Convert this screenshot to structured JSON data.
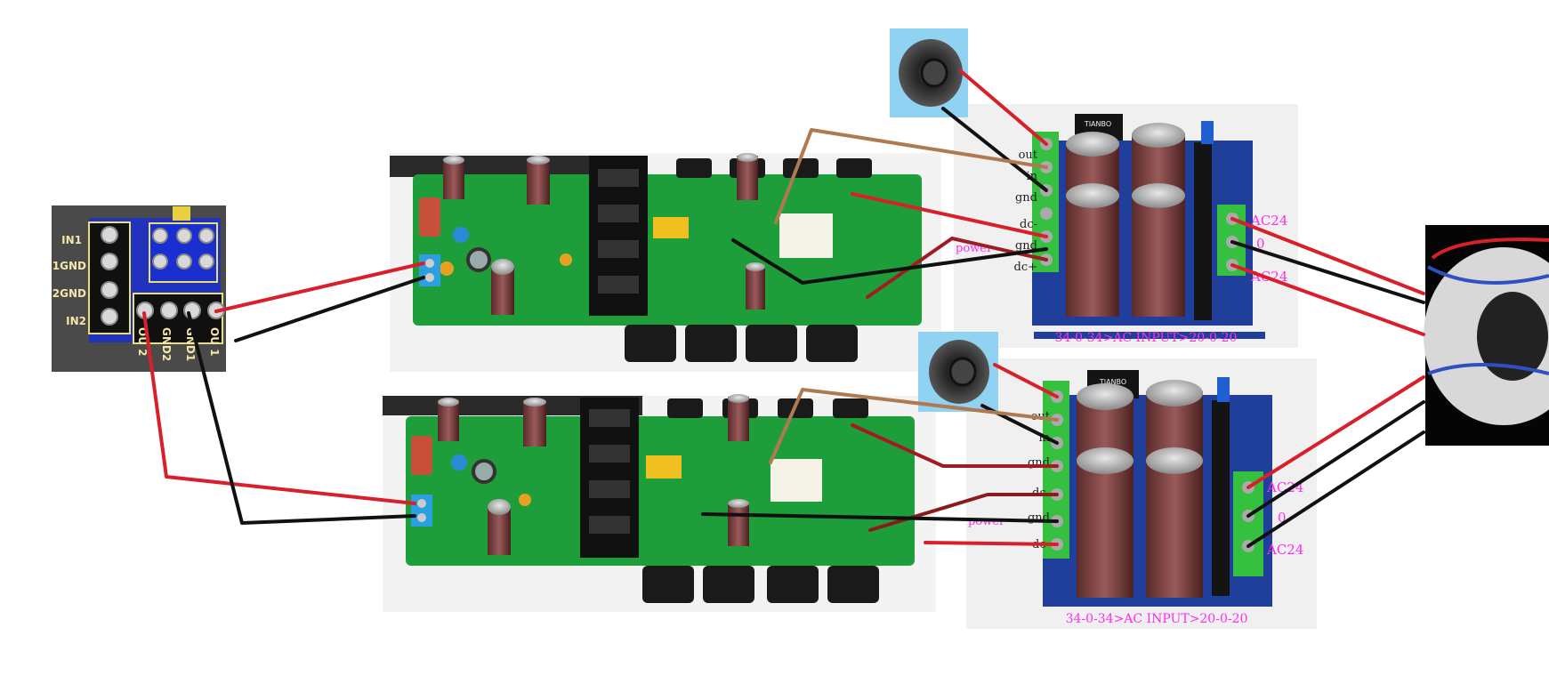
{
  "input_connector": {
    "labels_left": [
      "IN1",
      "1GND",
      "2GND",
      "IN2"
    ],
    "labels_bottom": [
      "OU 2",
      "GND2",
      "GND1",
      "OU 1"
    ]
  },
  "power_supply_1": {
    "left_labels": [
      "out",
      "in",
      "gnd",
      "dc-",
      "gnd",
      "dc+"
    ],
    "power_label": "power",
    "right_labels": [
      "AC24",
      "0",
      "AC24"
    ],
    "bottom_label": "34-0-34>AC INPUT>20-0-20",
    "relay_label": "TIANBO"
  },
  "power_supply_2": {
    "left_labels": [
      "out",
      "in",
      "gnd",
      "dc-",
      "gnd",
      "dc-"
    ],
    "power_label": "power",
    "right_labels": [
      "AC24",
      "0",
      "AC24"
    ],
    "bottom_label": "34-0-34>AC INPUT>20-0-20",
    "relay_label": "TIANBO"
  },
  "colors": {
    "pcb_green": "#1e9e3a",
    "wire_red": "#d8202a",
    "wire_black": "#111111",
    "wire_brown": "#b07a50",
    "label_magenta": "#ff2cf0",
    "ps_board_blue": "#1f3f9a"
  },
  "icons": [
    "speaker-icon",
    "toroidal-transformer-icon"
  ]
}
